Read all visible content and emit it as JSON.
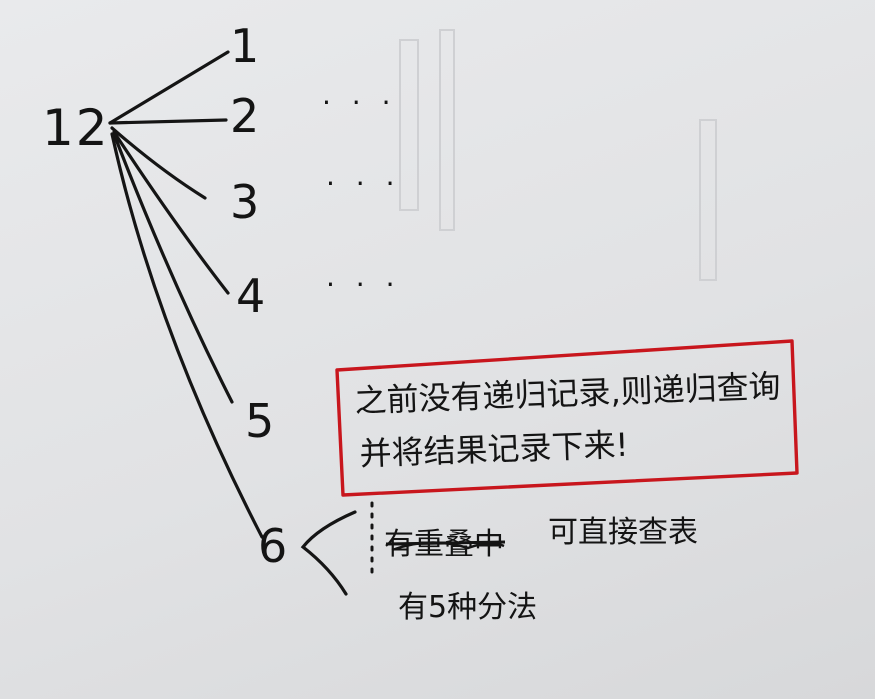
{
  "tree": {
    "root": "12",
    "children": [
      "1",
      "2",
      "3",
      "4",
      "5",
      "6"
    ],
    "ellipses": [
      "· · ·",
      "· · ·",
      "· · ·"
    ]
  },
  "note_box": {
    "line1": "之前没有递归记录,则递归查询",
    "line2": "并将结果记录下来!",
    "border_color": "#c8161d"
  },
  "branch6": {
    "struck_text": "有重叠中",
    "option_1": "可直接查表",
    "option_2": "有5种分法"
  }
}
